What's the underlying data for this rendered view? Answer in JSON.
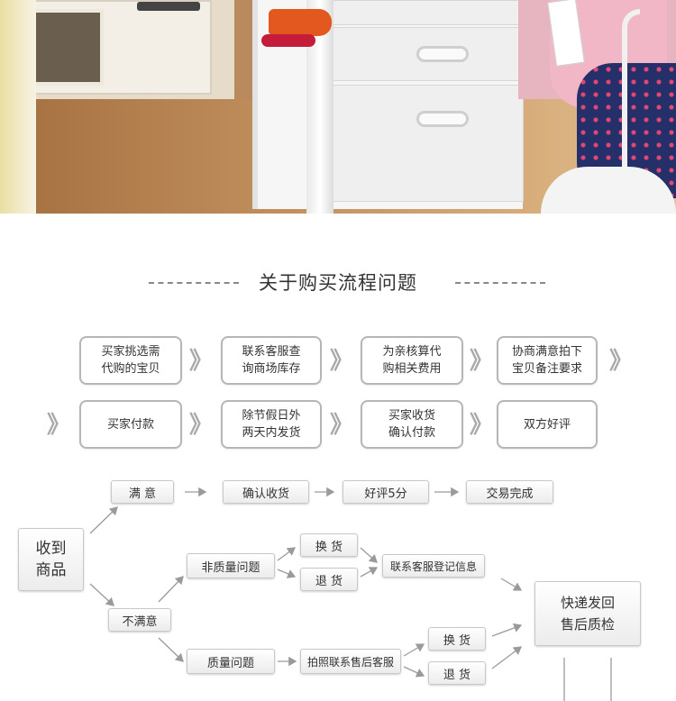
{
  "section_title": "关于购买流程问题",
  "flow": {
    "row1": [
      "买家挑选需\n代购的宝贝",
      "联系客服查\n询商场库存",
      "为亲核算代\n购相关费用",
      "协商满意拍下\n宝贝备注要求"
    ],
    "row2": [
      "买家付款",
      "除节假日外\n两天内发货",
      "买家收货\n确认付款",
      "双方好评"
    ],
    "chevron": "》"
  },
  "diagram": {
    "received": "收到\n商品",
    "satisfied": "满 意",
    "confirm_receipt": "确认收货",
    "good_review": "好评5分",
    "deal_done": "交易完成",
    "unsatisfied": "不满意",
    "non_quality": "非质量问题",
    "exchange": "换 货",
    "return": "退 货",
    "contact_register": "联系客服登记信息",
    "quality": "质量问题",
    "photo_contact": "拍照联系售后客服",
    "exchange2": "换 货",
    "return2": "退 货",
    "ship_back": "快递发回\n售后质检"
  },
  "colors": {
    "box_border": "#b6b6b6",
    "arrow": "#9a9a9a",
    "text": "#333333"
  }
}
